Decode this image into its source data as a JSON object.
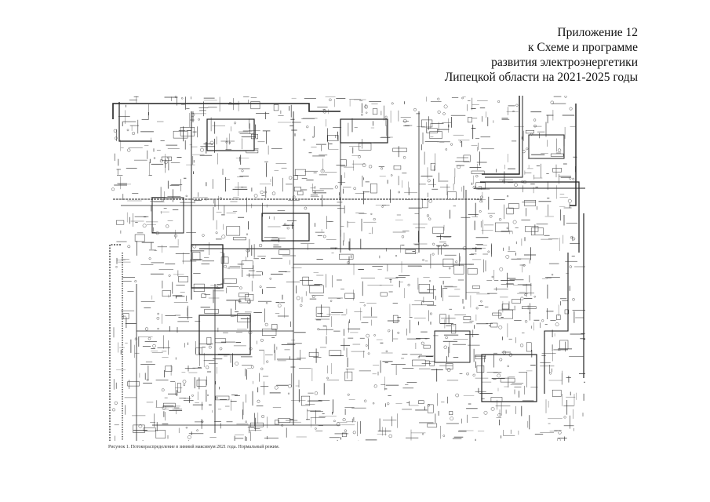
{
  "header": {
    "lines": [
      "Приложение 12",
      "к Схеме и программе",
      "развития электроэнергетики",
      "Липецкой области на 2021-2025 годы"
    ]
  },
  "caption": "Рисунок 1. Потокораспределение в зимний максимум 2021 года. Нормальный режим.",
  "colors": {
    "ink": "#111111",
    "line": "#222222",
    "background": "#ffffff"
  }
}
